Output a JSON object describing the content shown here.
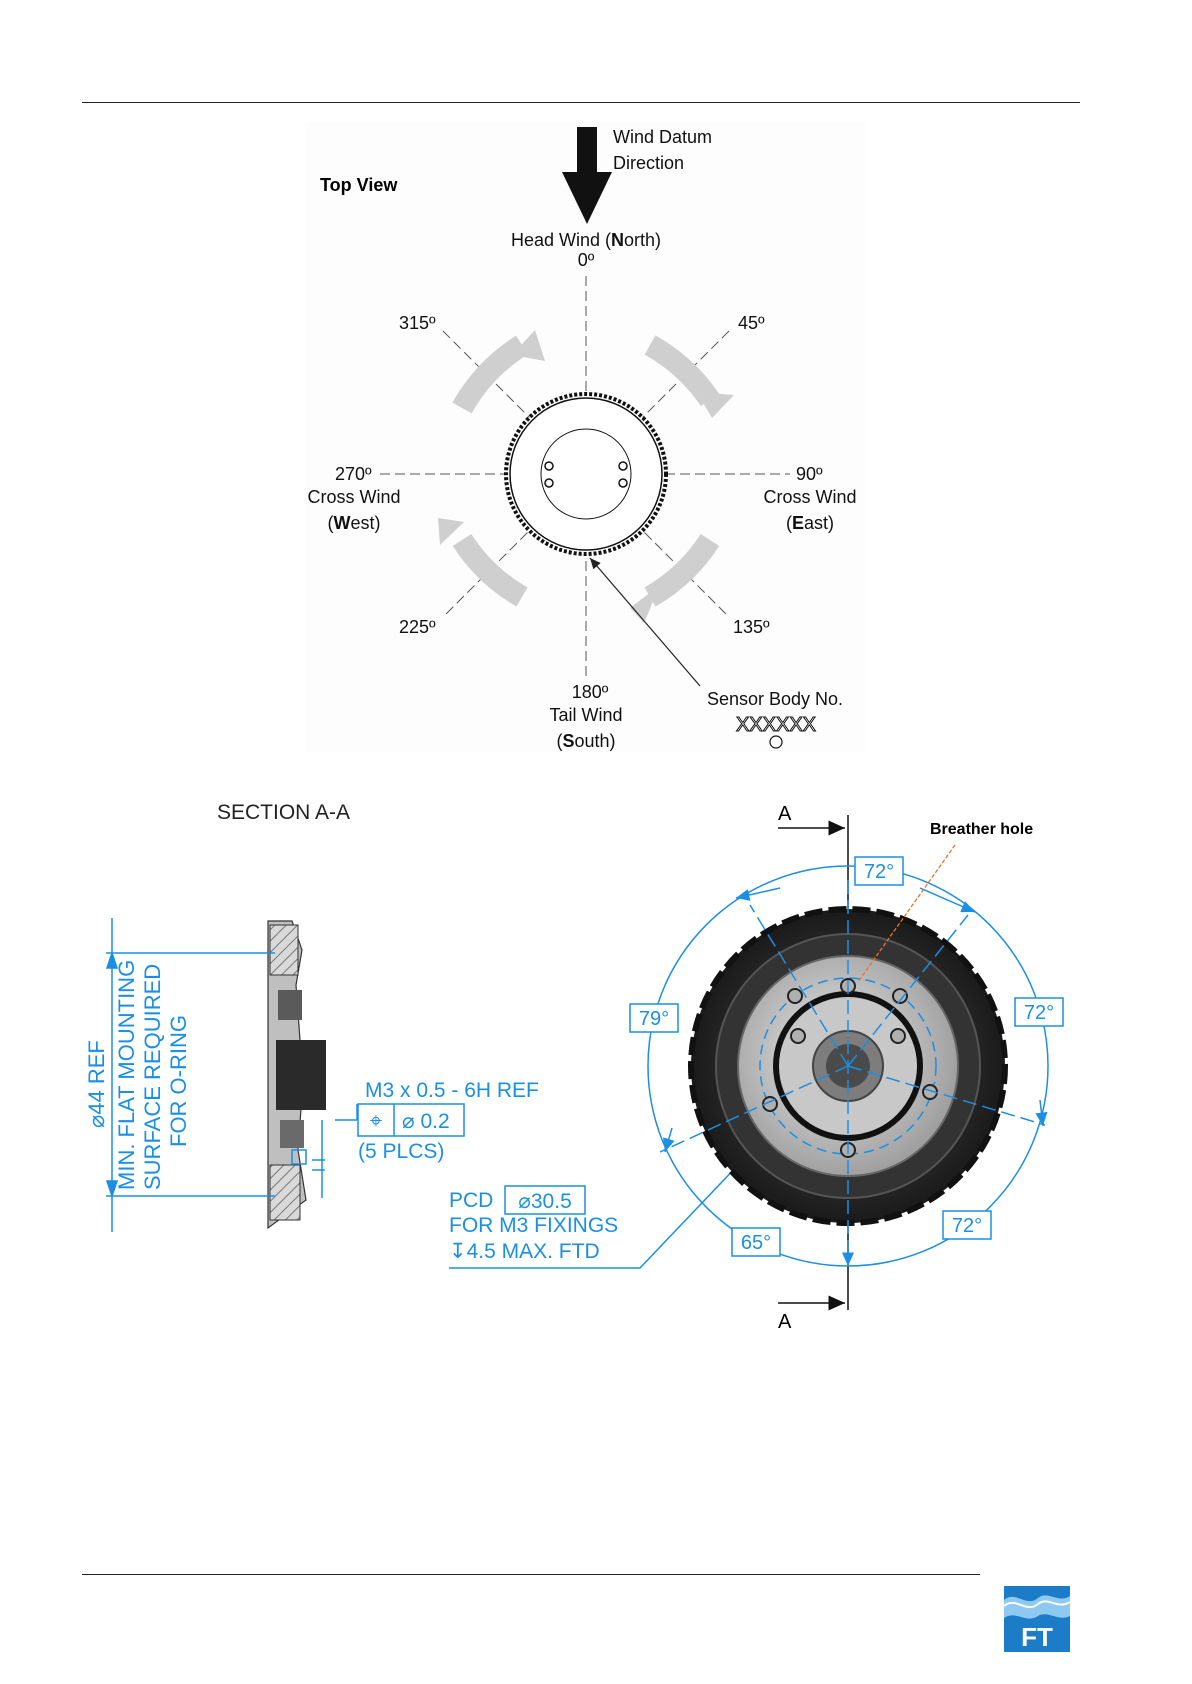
{
  "top_view": {
    "title": "Top View",
    "wind_datum": [
      "Wind Datum",
      "Direction"
    ],
    "north": {
      "pre": "Head Wind (",
      "bold": "N",
      "post": "orth)",
      "deg": "0º"
    },
    "d45": "45º",
    "d315": "315º",
    "east": {
      "deg": "90º",
      "line1": "Cross Wind",
      "pre": "(",
      "bold": "E",
      "post": "ast)"
    },
    "west": {
      "deg": "270º",
      "line1": "Cross Wind",
      "pre": "(",
      "bold": "W",
      "post": "est)"
    },
    "d135": "135º",
    "d225": "225º",
    "south": {
      "deg": "180º",
      "line1": "Tail Wind",
      "pre": "(",
      "bold": "S",
      "post": "outh)"
    },
    "sensor_body": "Sensor Body No.",
    "serial": "XXXXXX"
  },
  "section": {
    "title": "SECTION A-A",
    "dim_vertical": [
      "⌀44 REF",
      "MIN. FLAT MOUNTING",
      "SURFACE REQUIRED",
      "FOR O-RING"
    ],
    "thread": "M3 x 0.5 - 6H REF",
    "tolerance_symbol": "⌖",
    "tolerance": "⌀  0.2",
    "plcs": "(5 PLCS)",
    "pcd_label": "PCD",
    "pcd_value": "⌀30.5",
    "fixings": "FOR M3 FIXINGS",
    "depth": "↧4.5 MAX. FTD"
  },
  "front_view": {
    "section_marker": "A",
    "breather": "Breather hole",
    "angles": {
      "top": "72°",
      "right_upper": "72°",
      "left_upper": "79°",
      "right_lower": "72°",
      "left_lower": "65°"
    }
  },
  "logo_text": "FT",
  "colors": {
    "dimension_blue": "#1a8fe3",
    "leader_orange": "#e8742a",
    "logo_blue": "#1c7cc7"
  }
}
